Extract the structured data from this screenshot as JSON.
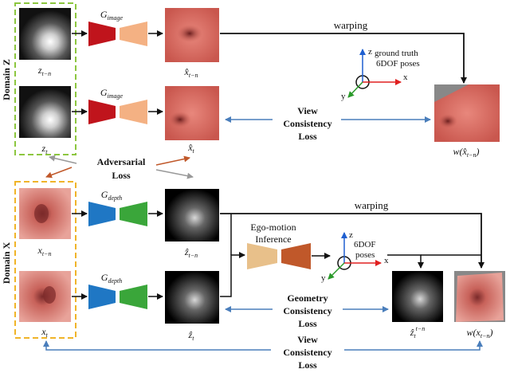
{
  "domain_z_label": "Domain Z",
  "domain_x_label": "Domain X",
  "inputs_z": [
    {
      "label": "z_{t−n}",
      "sub": "t−n"
    },
    {
      "label": "z_t",
      "sub": "t"
    }
  ],
  "generator_image_label": "G_image",
  "generator_depth_label": "G_depth",
  "gen_image_base": "G",
  "gen_image_sub": "image",
  "gen_depth_base": "G",
  "gen_depth_sub": "depth",
  "outputs_xhat": [
    {
      "base": "x̂",
      "sub": "t−n"
    },
    {
      "base": "x̂",
      "sub": "t"
    }
  ],
  "inputs_x": [
    {
      "base": "x",
      "sub": "t−n"
    },
    {
      "base": "x",
      "sub": "t"
    }
  ],
  "outputs_zhat": [
    {
      "base": "ẑ",
      "sub": "t−n"
    },
    {
      "base": "ẑ",
      "sub": "t"
    }
  ],
  "warping_top": "warping",
  "warping_mid": "warping",
  "ground_truth_label_1": "ground truth",
  "ground_truth_label_2": "6DOF poses",
  "view_consistency_1": "View",
  "view_consistency_2": "Consistency",
  "view_consistency_3": "Loss",
  "adversarial_1": "Adversarial",
  "adversarial_2": "Loss",
  "ego_motion_1": "Ego-motion",
  "ego_motion_2": "Inference",
  "poses_label_1": "6DOF",
  "poses_label_2": "poses",
  "geometry_1": "Geometry",
  "geometry_2": "Consistency",
  "geometry_3": "Loss",
  "bottom_view_1": "View",
  "bottom_view_2": "Consistency",
  "bottom_view_3": "Loss",
  "warped_xhat_label": "w(x̂_{t−n})",
  "warped_x_label": "w(x_{t−n})",
  "zhat_warp_label": "ẑ_t^{t−n}",
  "axis_x": "x",
  "axis_y": "y",
  "axis_z": "z",
  "colors": {
    "domain_z_border": "#8cc63f",
    "domain_x_border": "#f0b429",
    "gen_image_left": "#c0141c",
    "gen_image_right": "#f4b183",
    "gen_depth_left": "#1f77c4",
    "gen_depth_right": "#3aa63a",
    "ego_left": "#e8c08a",
    "ego_right": "#c0582a",
    "loss_arrow": "#4a7ebb"
  }
}
